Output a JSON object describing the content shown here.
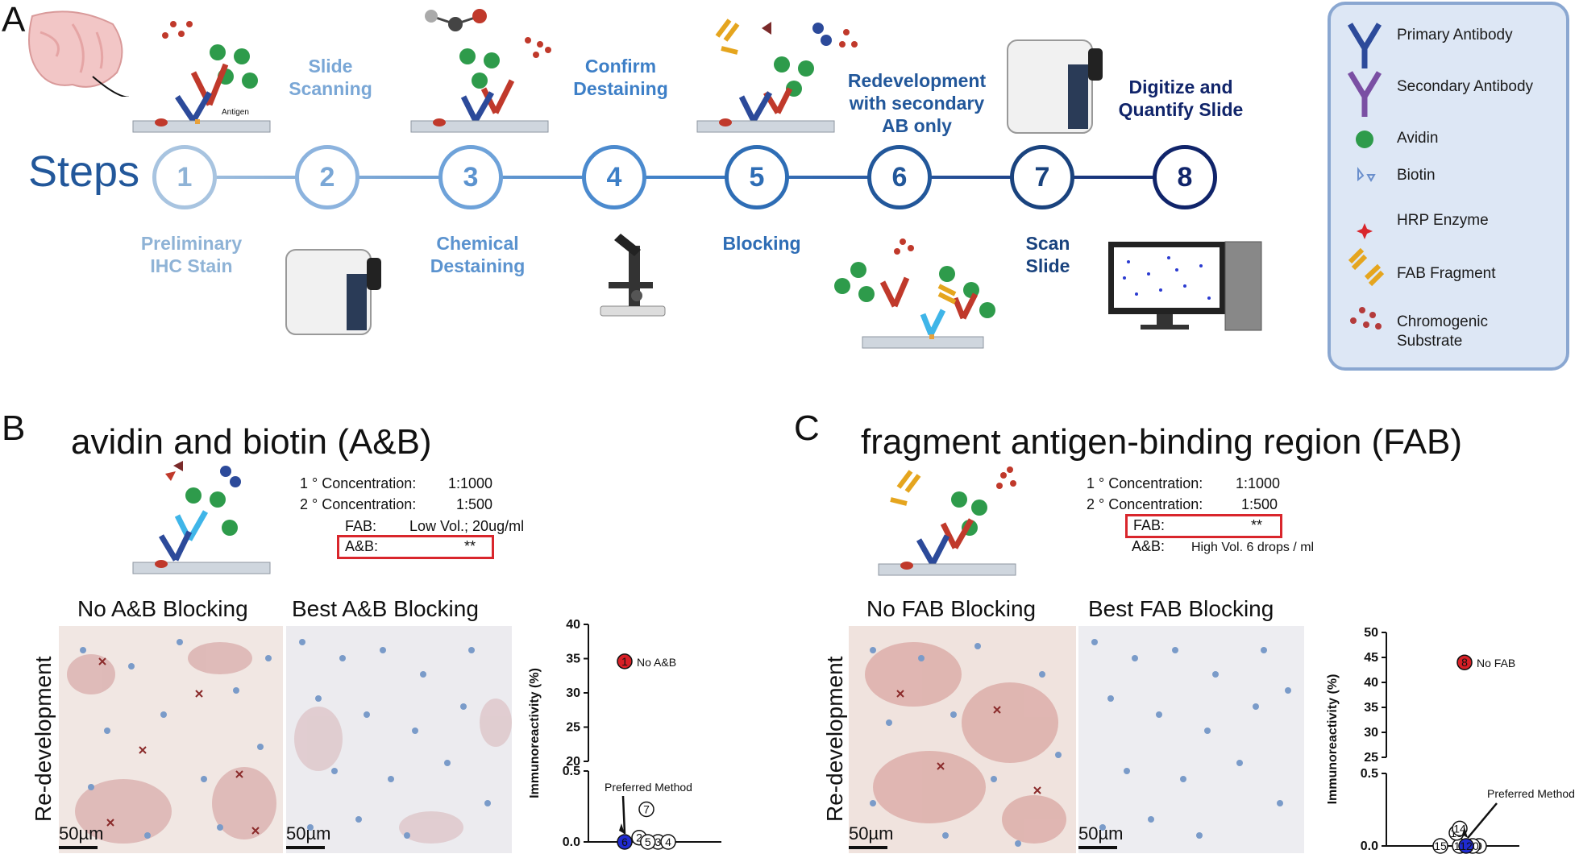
{
  "panel_a": {
    "letter": "A",
    "steps_label": "Steps",
    "steps": [
      {
        "num": "1",
        "title": "Preliminary\nIHC Stain",
        "color": "#8fb3d6"
      },
      {
        "num": "2",
        "title": "Slide\nScanning",
        "color": "#7aa7d6"
      },
      {
        "num": "3",
        "title": "Chemical\nDestaining",
        "color": "#5b93cf"
      },
      {
        "num": "4",
        "title": "Confirm\nDestaining",
        "color": "#3d7fc7"
      },
      {
        "num": "5",
        "title": "Blocking",
        "color": "#2e6db5"
      },
      {
        "num": "6",
        "title": "Redevelopment\nwith secondary\nAB only",
        "color": "#22579a"
      },
      {
        "num": "7",
        "title": "Scan\nSlide",
        "color": "#1a437e"
      },
      {
        "num": "8",
        "title": "Digitize and\nQuantify Slide",
        "color": "#10246a"
      }
    ],
    "antigen_label": "Antigen"
  },
  "legend": {
    "items": [
      {
        "label": "Primary Antibody",
        "icon": "primary-antibody-icon"
      },
      {
        "label": "Secondary Antibody",
        "icon": "secondary-antibody-icon"
      },
      {
        "label": "Avidin",
        "icon": "avidin-icon"
      },
      {
        "label": "Biotin",
        "icon": "biotin-icon"
      },
      {
        "label": "HRP Enzyme",
        "icon": "hrp-enzyme-icon"
      },
      {
        "label": "FAB Fragment",
        "icon": "fab-fragment-icon"
      },
      {
        "label": "Chromogenic\nSubstrate",
        "icon": "chromogenic-substrate-icon"
      }
    ]
  },
  "panel_b": {
    "letter": "B",
    "title": "avidin and biotin (A&B)",
    "conc1_label": "1 ° Concentration:",
    "conc1_value": "1:1000",
    "conc2_label": "2 ° Concentration:",
    "conc2_value": "1:500",
    "row1_label": "FAB:",
    "row1_value": "Low Vol.; 20ug/ml",
    "row2_label": "A&B:",
    "row2_value": "**",
    "left_image_title": "No A&B Blocking",
    "right_image_title": "Best A&B Blocking",
    "side_label": "Re-development",
    "scale": "50µm"
  },
  "panel_c": {
    "letter": "C",
    "title": "fragment antigen-binding region (FAB)",
    "conc1_label": "1 ° Concentration:",
    "conc1_value": "1:1000",
    "conc2_label": "2 ° Concentration:",
    "conc2_value": "1:500",
    "row1_label": "FAB:",
    "row1_value": "**",
    "row2_label": "A&B:",
    "row2_value": "High Vol. 6 drops / ml",
    "left_image_title": "No FAB Blocking",
    "right_image_title": "Best FAB Blocking",
    "side_label": "Re-development",
    "scale": "50µm"
  },
  "chart_data": [
    {
      "type": "scatter",
      "ylabel": "Immunoreactivity (%)",
      "upper_ticks": [
        "20",
        "25",
        "30",
        "35",
        "40"
      ],
      "lower_ticks": [
        "0.0",
        "0.5"
      ],
      "annotation": "Preferred Method",
      "highlight_label": "No A&B",
      "points": [
        {
          "label": "1",
          "y": 34.6,
          "x": 0,
          "style": "red"
        },
        {
          "label": "2",
          "y": 0.03,
          "x": 1,
          "style": "open"
        },
        {
          "label": "3",
          "y": 0.0,
          "x": 2.3,
          "style": "open"
        },
        {
          "label": "4",
          "y": 0.0,
          "x": 3.0,
          "style": "open"
        },
        {
          "label": "5",
          "y": 0.0,
          "x": 1.6,
          "style": "open"
        },
        {
          "label": "6",
          "y": 0.0,
          "x": 0.0,
          "style": "blue"
        },
        {
          "label": "7",
          "y": 0.23,
          "x": 1.5,
          "style": "open"
        }
      ]
    },
    {
      "type": "scatter",
      "ylabel": "Immunoreactivity (%)",
      "upper_ticks": [
        "25",
        "30",
        "35",
        "40",
        "45",
        "50"
      ],
      "lower_ticks": [
        "0.0",
        "0.5"
      ],
      "annotation": "Preferred Method",
      "highlight_label": "No FAB",
      "points": [
        {
          "label": "8",
          "y": 44.0,
          "x": 1.5,
          "style": "red"
        },
        {
          "label": "9",
          "y": 0.0,
          "x": 2.4,
          "style": "open"
        },
        {
          "label": "10",
          "y": 0.0,
          "x": 2.0,
          "style": "open"
        },
        {
          "label": "11",
          "y": 0.0,
          "x": 1.2,
          "style": "open"
        },
        {
          "label": "12",
          "y": 0.0,
          "x": 1.6,
          "style": "blue"
        },
        {
          "label": "13",
          "y": 0.09,
          "x": 1.0,
          "style": "open"
        },
        {
          "label": "14",
          "y": 0.12,
          "x": 1.2,
          "style": "open"
        },
        {
          "label": "15",
          "y": 0.0,
          "x": 0.0,
          "style": "open"
        }
      ]
    }
  ]
}
